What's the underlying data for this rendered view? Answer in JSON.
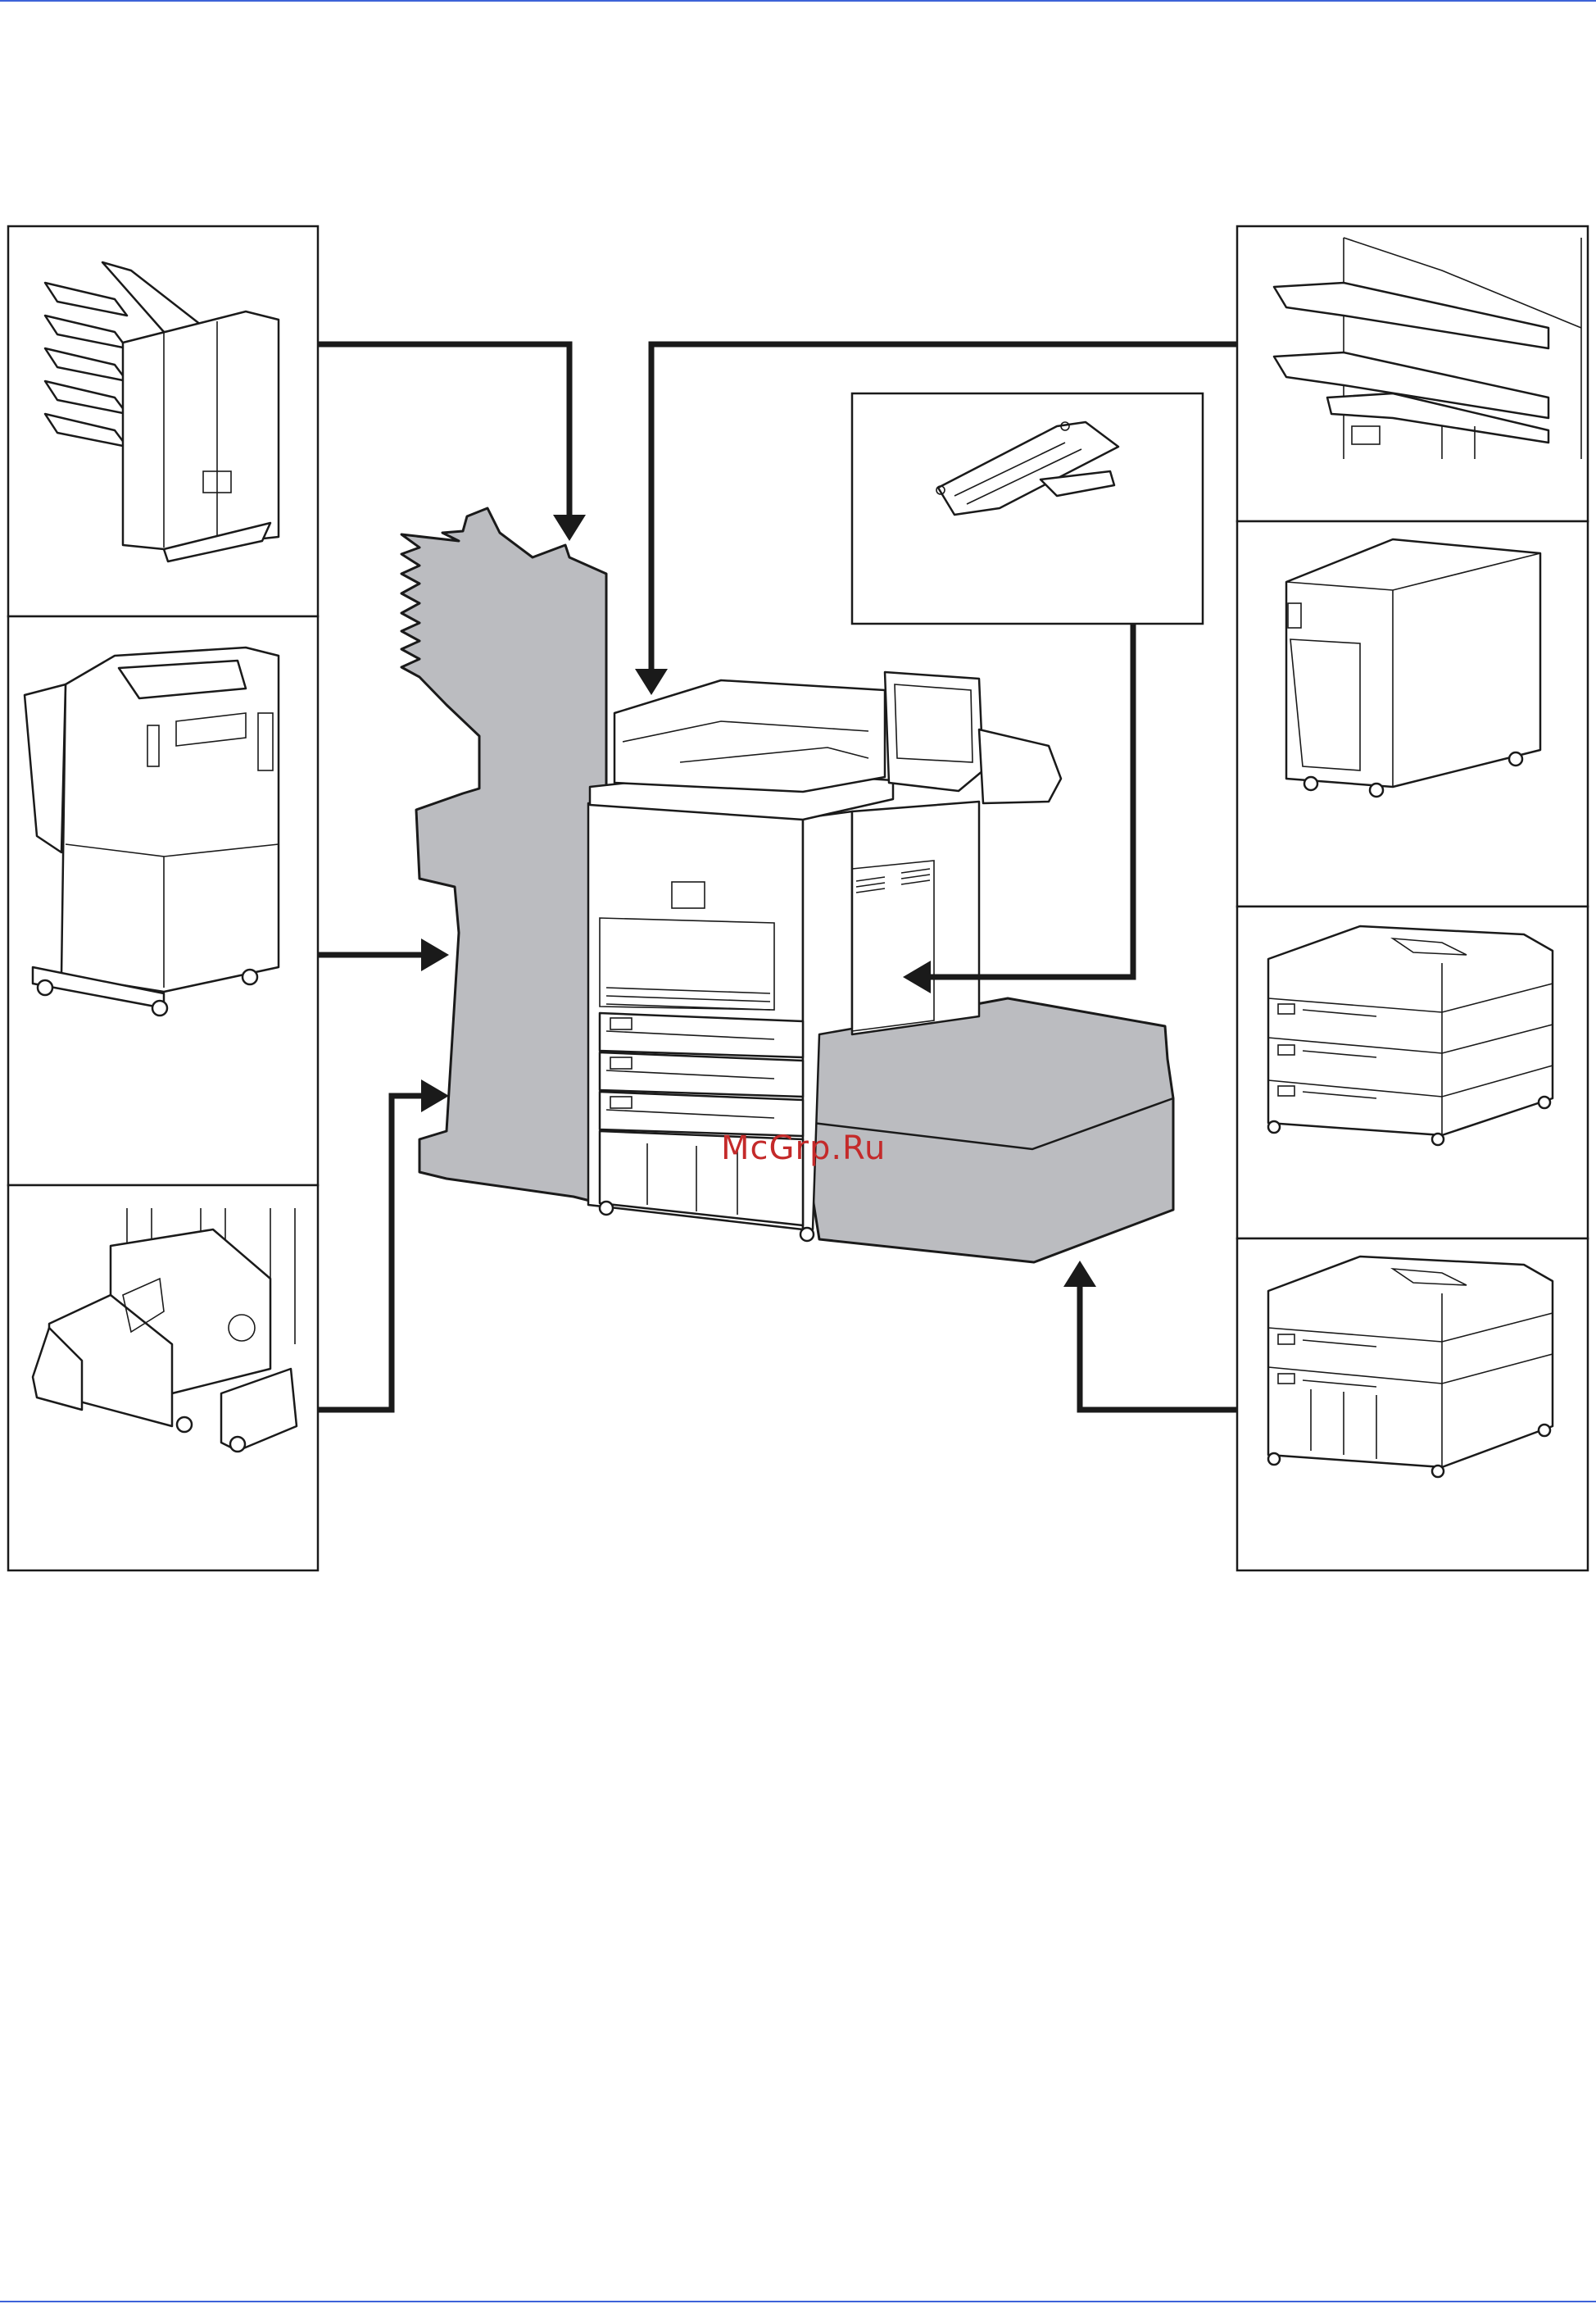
{
  "watermark": {
    "text": "McGrp.Ru"
  },
  "colors": {
    "rule": "#3d63d8",
    "placeholder_fill": "#bbbcc0",
    "line": "#1a1a1a",
    "watermark": "#c42a2a"
  },
  "options": [
    {
      "id": "mailbox-finisher",
      "icon": "mailbox-sorter-icon",
      "side": "left"
    },
    {
      "id": "floor-finisher",
      "icon": "document-finisher-icon",
      "side": "left"
    },
    {
      "id": "folding-unit",
      "icon": "folding-unit-icon",
      "side": "left"
    },
    {
      "id": "job-separator-trays",
      "icon": "job-separator-icon",
      "side": "right"
    },
    {
      "id": "side-feeder",
      "icon": "side-feeder-icon",
      "side": "right"
    },
    {
      "id": "paper-feeder-3-tray",
      "icon": "paper-feeder-icon",
      "side": "right"
    },
    {
      "id": "large-capacity-feeder",
      "icon": "large-capacity-feeder-icon",
      "side": "right"
    },
    {
      "id": "banner-tray",
      "icon": "banner-tray-icon",
      "side": "center"
    }
  ],
  "main_unit": {
    "icon": "multifunction-printer-icon"
  }
}
